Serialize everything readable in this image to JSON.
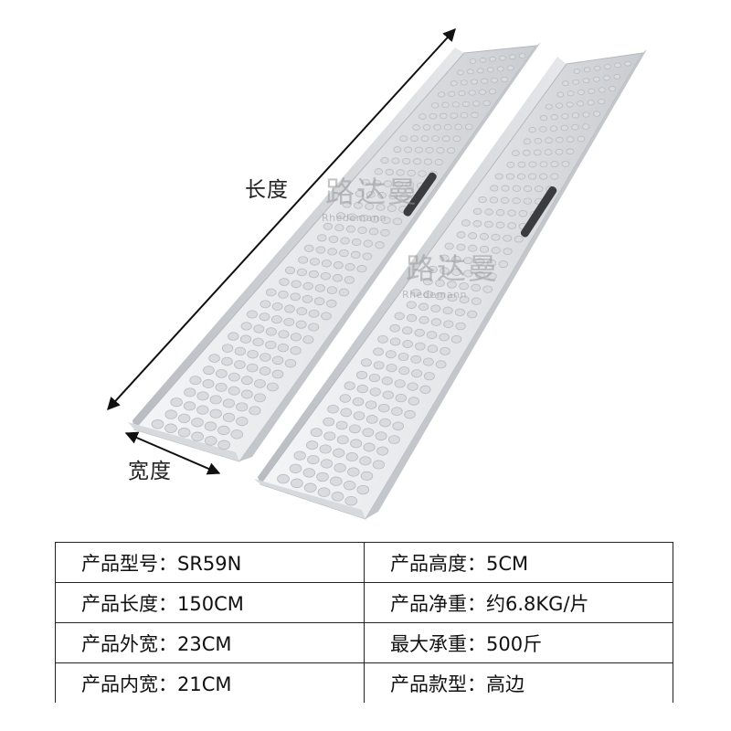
{
  "dimensions": {
    "length_label": "长度",
    "width_label": "宽度"
  },
  "watermark": {
    "text": "路达曼",
    "subtext": "Rhedemann"
  },
  "specs": {
    "rows": [
      [
        {
          "label": "产品型号：",
          "value": "SR59N"
        },
        {
          "label": "产品高度：",
          "value": "5CM"
        }
      ],
      [
        {
          "label": "产品长度：",
          "value": "150CM"
        },
        {
          "label": "产品净重：",
          "value": "约6.8KG/片"
        }
      ],
      [
        {
          "label": "产品外宽：",
          "value": "23CM"
        },
        {
          "label": "最大承重：",
          "value": "500斤"
        }
      ],
      [
        {
          "label": "产品内宽：",
          "value": "21CM"
        },
        {
          "label": "产品款型：",
          "value": "高边"
        }
      ]
    ]
  },
  "colors": {
    "ramp_light": "#eeeff1",
    "ramp_mid": "#cfd2d6",
    "ramp_dark": "#a9adb2",
    "hole": "#d9dcdf",
    "text": "#111111"
  }
}
